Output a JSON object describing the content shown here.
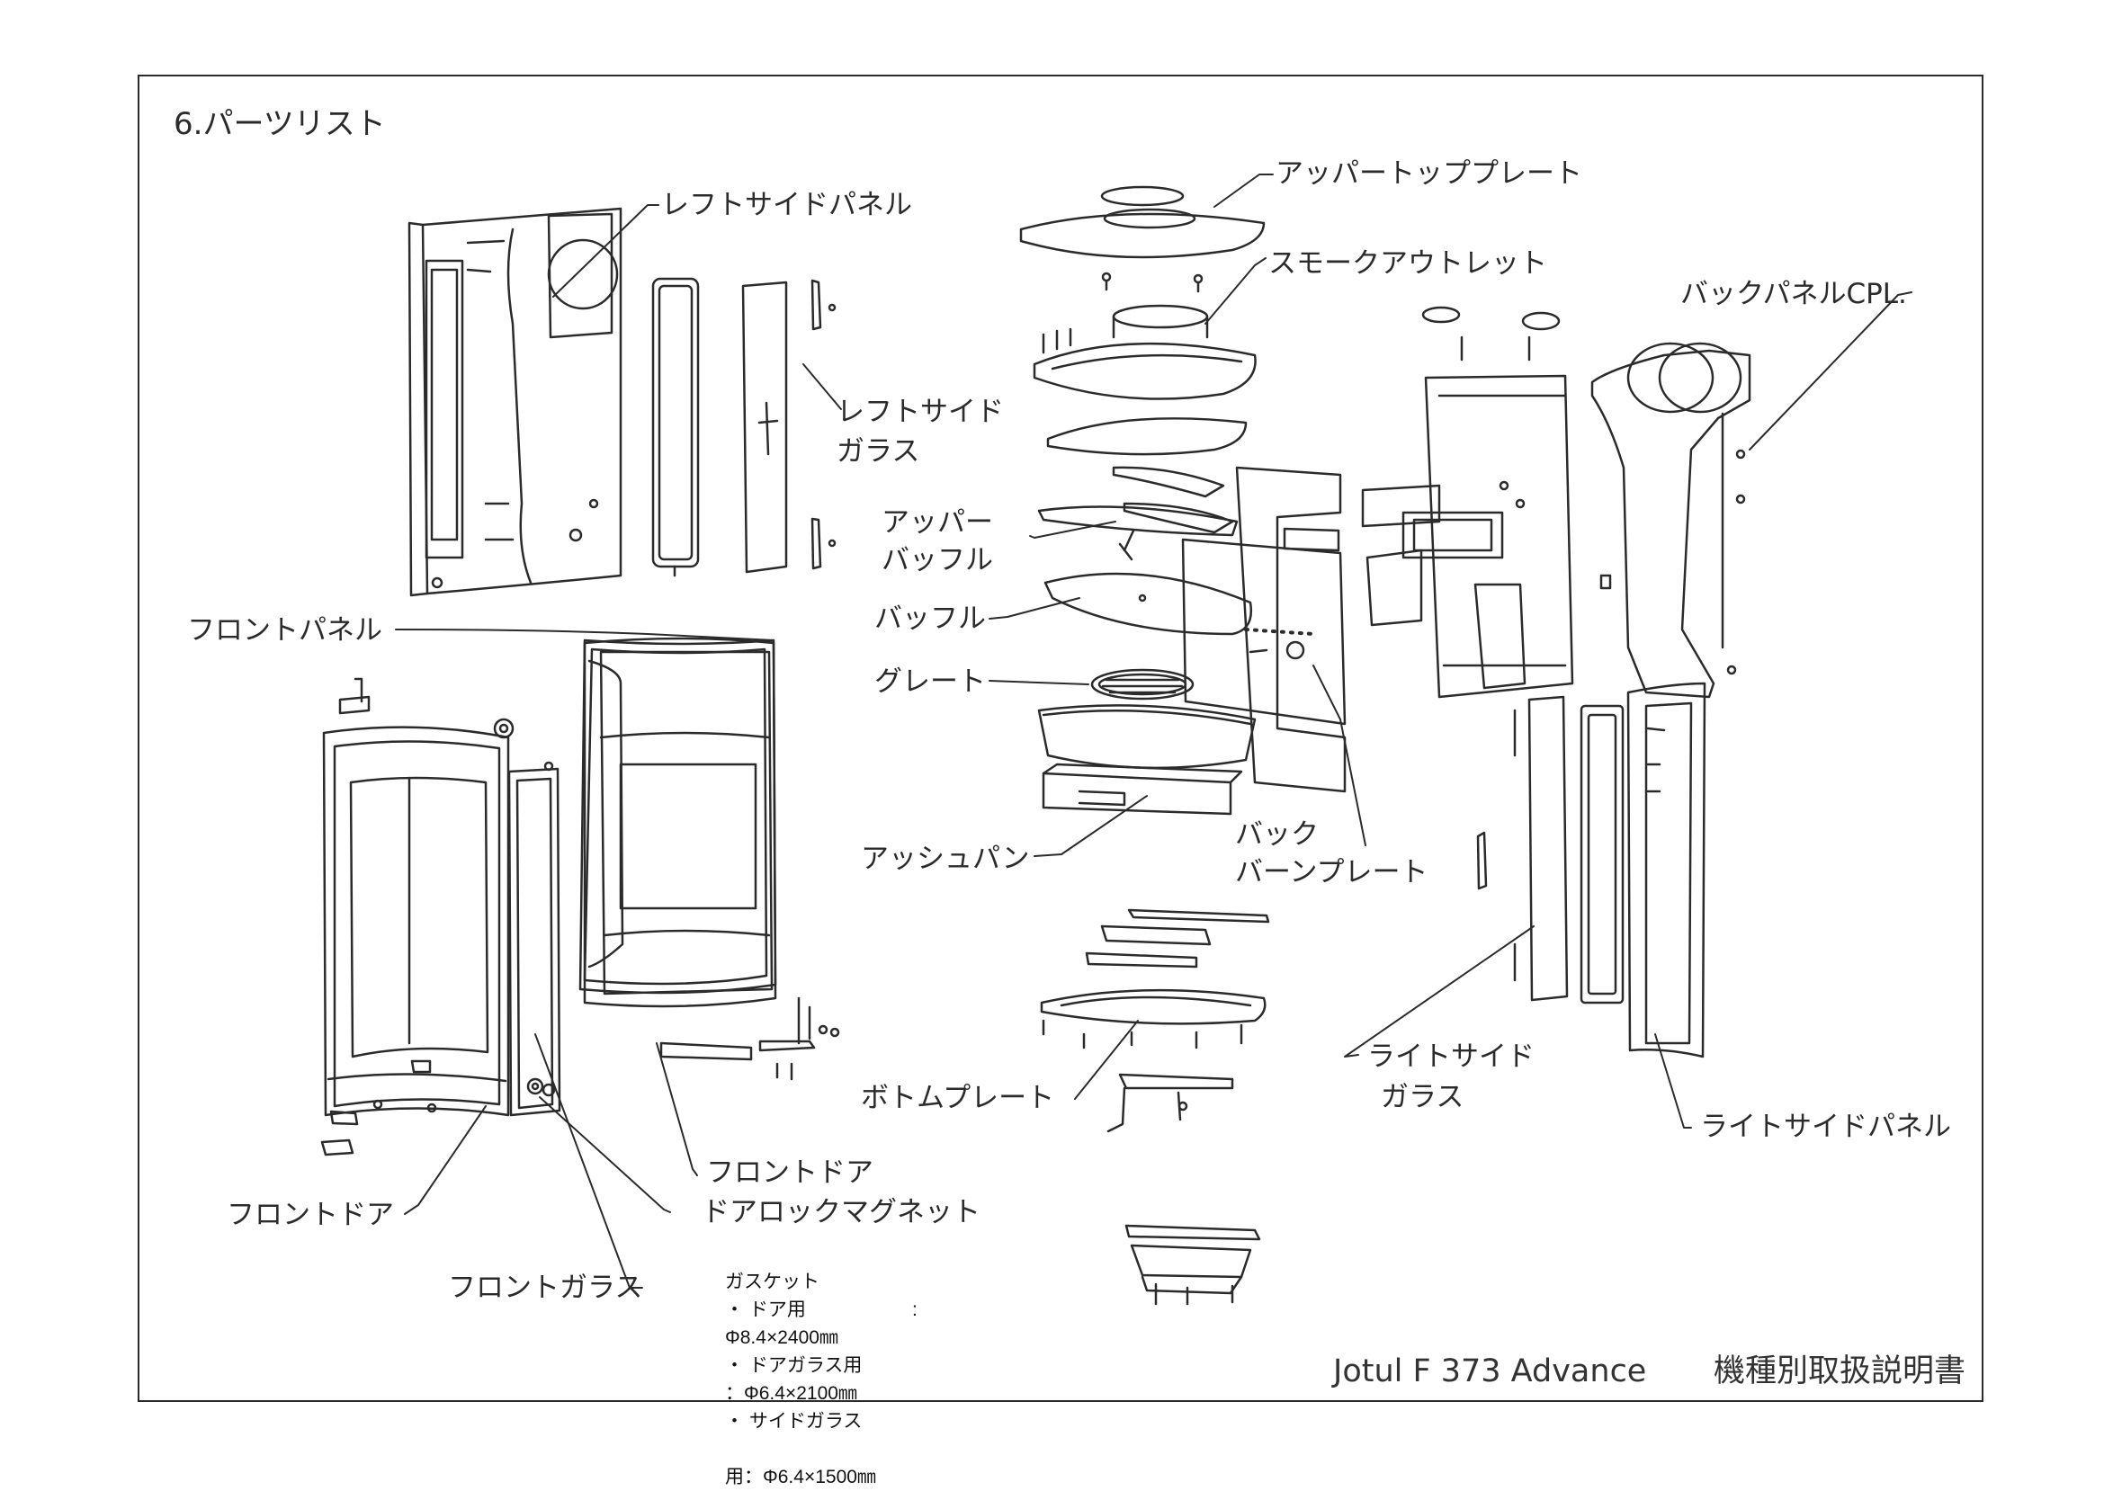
{
  "page": {
    "title": "6.パーツリスト",
    "footer_model": "Jotul F 373 Advance",
    "footer_doc": "機種別取扱説明書"
  },
  "labels": {
    "left_side_panel": "レフトサイドパネル",
    "left_side_glass_1": "レフトサイド",
    "left_side_glass_2": "ガラス",
    "upper_top_plate": "アッパートッププレート",
    "smoke_outlet": "スモークアウトレット",
    "back_panel_cpl": "バックパネルCPL.",
    "upper_baffle_1": "アッパー",
    "upper_baffle_2": "バッフル",
    "baffle": "バッフル",
    "grate": "グレート",
    "front_panel": "フロントパネル",
    "ash_pan": "アッシュパン",
    "back_burn_plate_1": "バック",
    "back_burn_plate_2": "バーンプレート",
    "bottom_plate": "ボトムプレート",
    "right_side_glass_1": "ライトサイド",
    "right_side_glass_2": "ガラス",
    "right_side_panel": "ライトサイドパネル",
    "front_door_inner": "フロントドア",
    "door_lock_magnet": "ドアロックマグネット",
    "front_door_outer": "フロントドア",
    "front_glass": "フロントガラス"
  },
  "gasket": {
    "heading": "ガスケット",
    "door_label": "・ ドア用",
    "door_colon": ":",
    "door_spec": "Φ8.4×2400㎜",
    "door_glass_label": "・ ドアガラス用",
    "door_glass_spec": "：Φ6.4×2100㎜",
    "side_glass_label": "・ サイドガラス",
    "side_glass_spec": "用：Φ6.4×1500㎜"
  },
  "colors": {
    "line": "#2b2b2b",
    "paper": "#ffffff"
  }
}
